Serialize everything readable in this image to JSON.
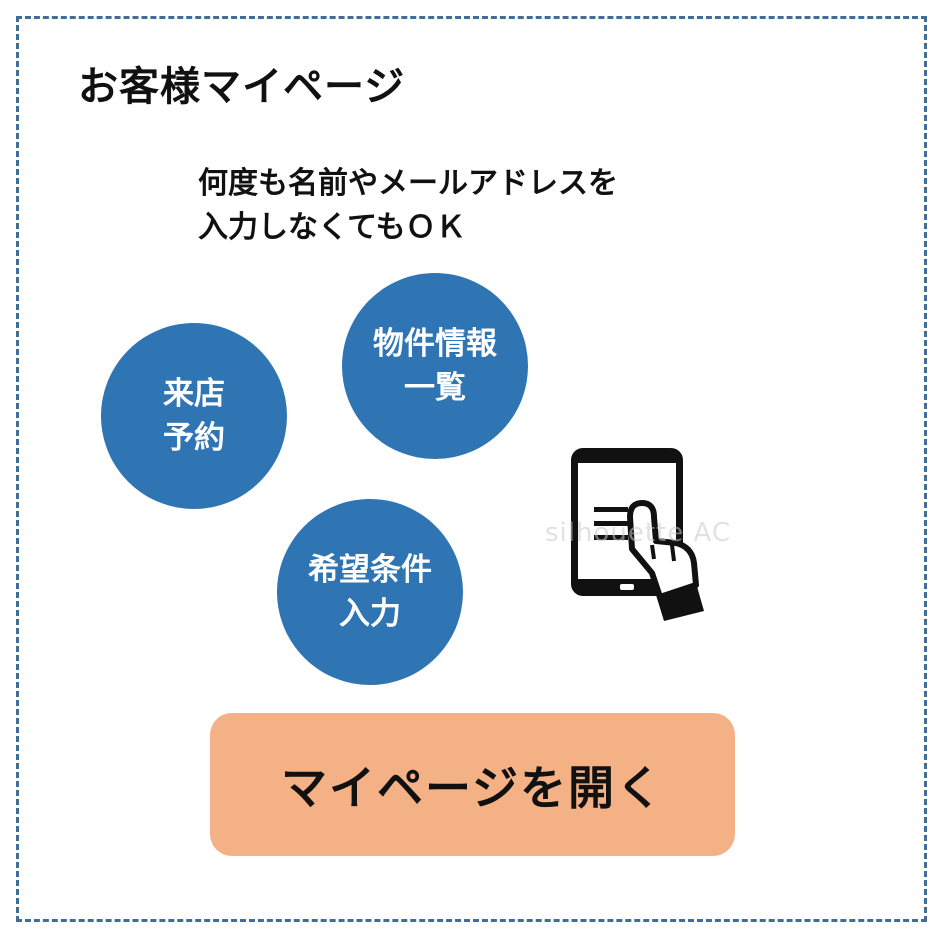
{
  "title": "お客様マイページ",
  "description": {
    "line1": "何度も名前やメールアドレスを",
    "line2": "入力しなくてもＯＫ"
  },
  "features": [
    {
      "line1": "来店",
      "line2": "予約"
    },
    {
      "line1": "物件情報",
      "line2": "一覧"
    },
    {
      "line1": "希望条件",
      "line2": "入力"
    }
  ],
  "illustration": {
    "icon": "tablet-tap-icon"
  },
  "watermark": "silhouette AC",
  "open_button_label": "マイページを開く",
  "colors": {
    "border": "#3f6f99",
    "circle": "#2f74b3",
    "button": "#f3b185",
    "text": "#111111"
  }
}
